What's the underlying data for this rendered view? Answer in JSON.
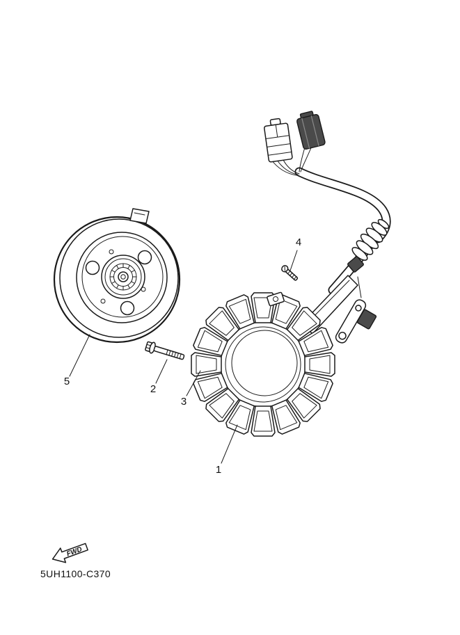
{
  "diagram": {
    "callouts": {
      "c1": "1",
      "c2": "2",
      "c3": "3",
      "c4": "4",
      "c5": "5"
    },
    "fwd_label": "FWD",
    "part_code": "5UH1100-C370"
  },
  "colors": {
    "line": "#1a1a1a",
    "connector": "#4a4a4a",
    "background": "#ffffff"
  }
}
